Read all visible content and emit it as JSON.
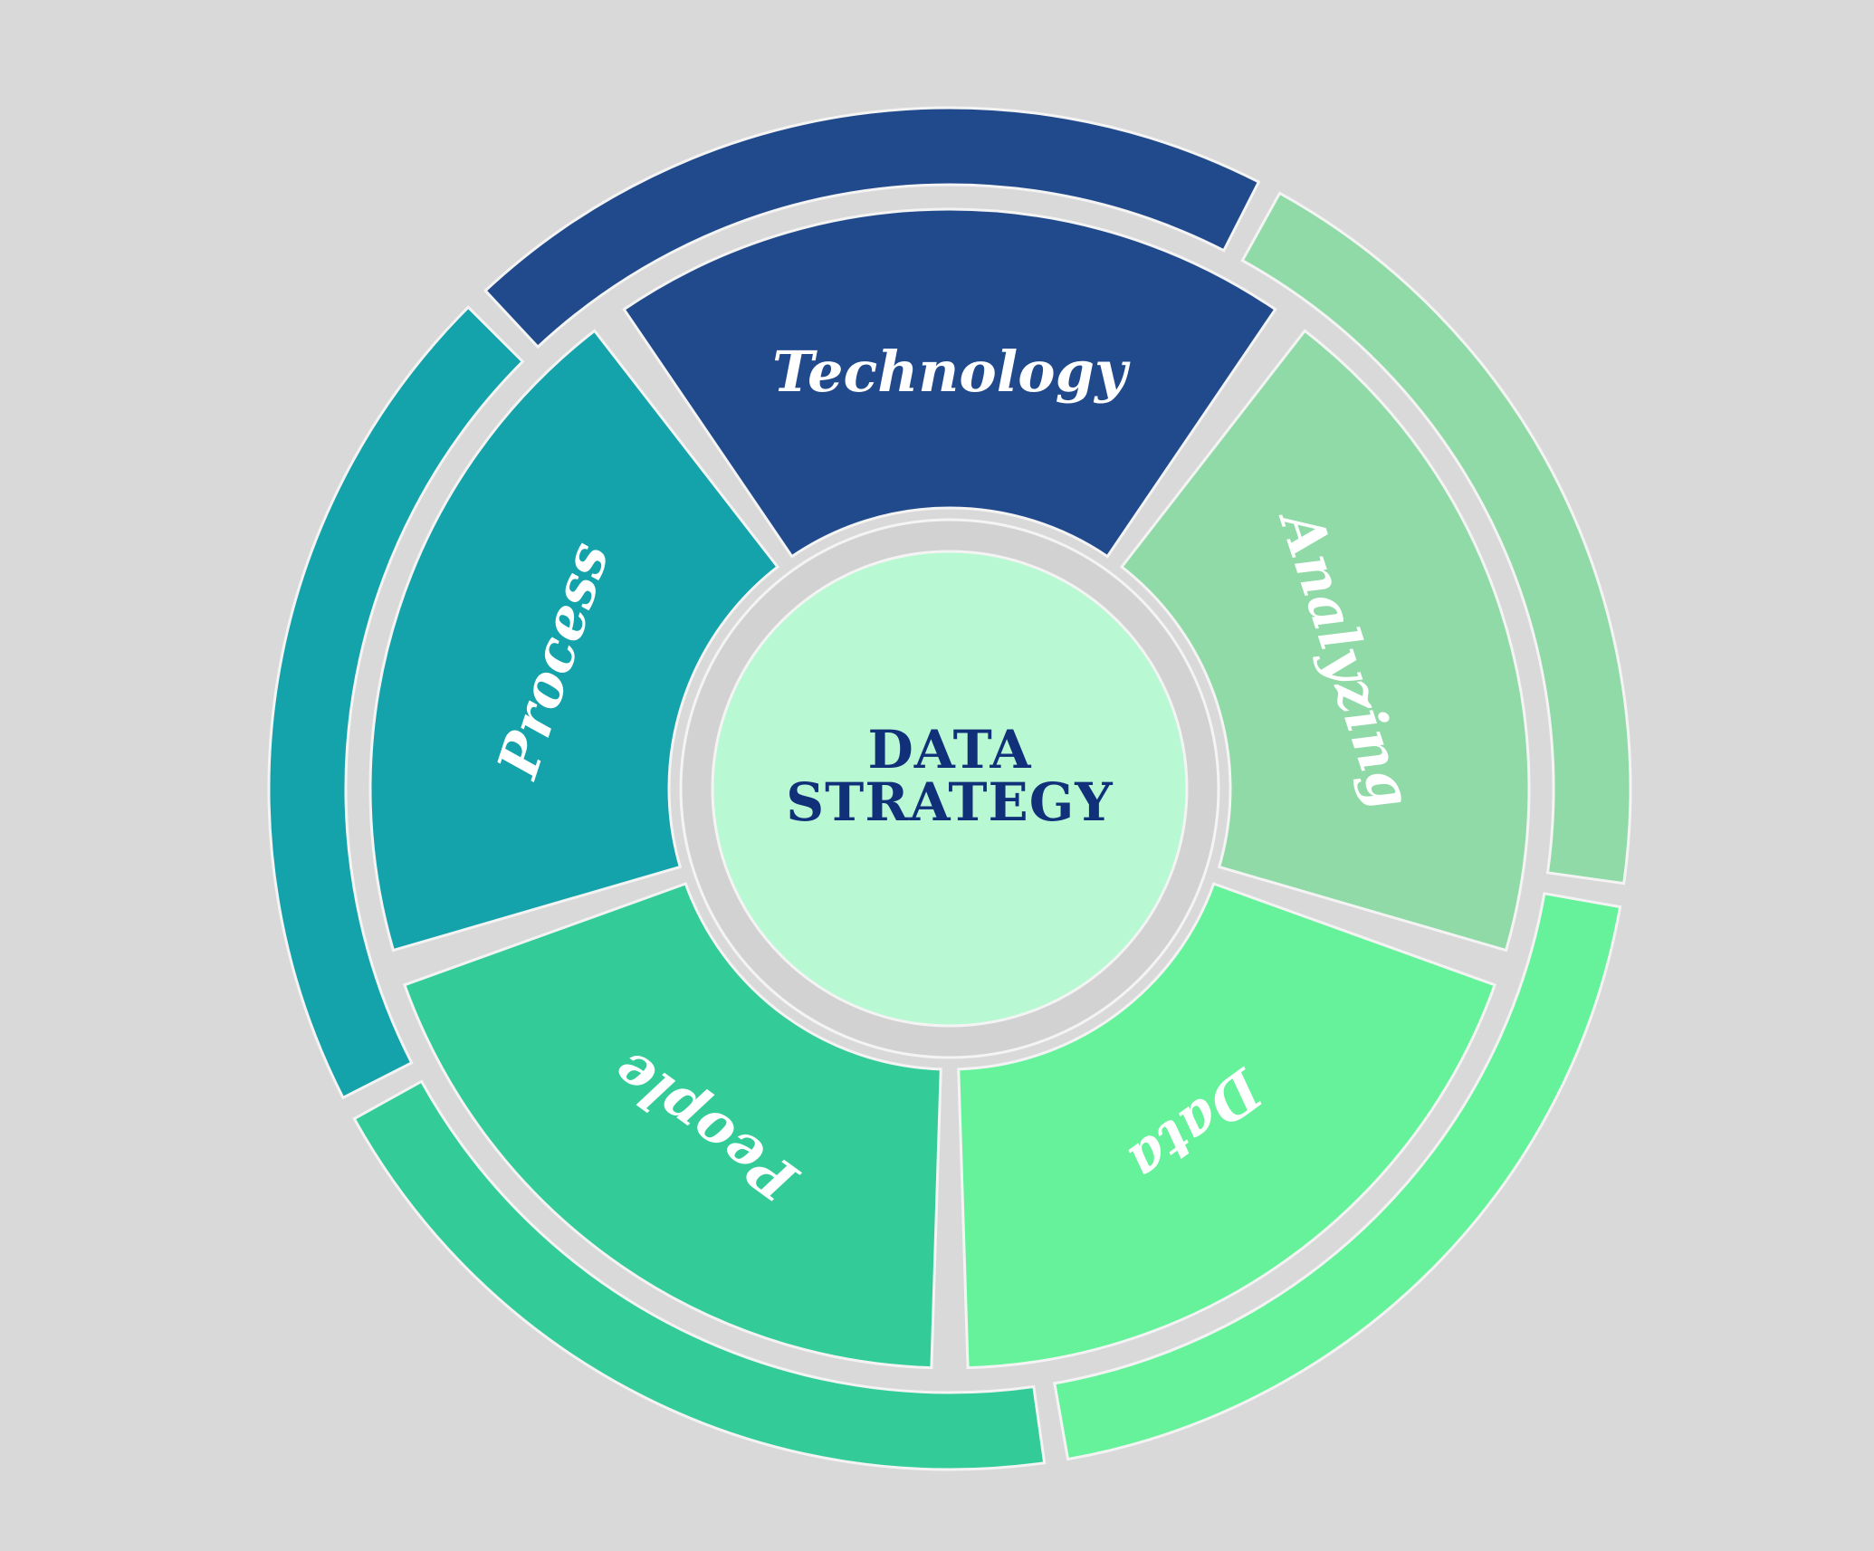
{
  "title": {
    "line1": "DATA",
    "line2": "STRATEGY"
  },
  "segments": [
    {
      "label": "Technology",
      "color": "#214a8c"
    },
    {
      "label": "Analyzing",
      "color": "#8fdaa6"
    },
    {
      "label": "Data",
      "color": "#66f29a"
    },
    {
      "label": "People",
      "color": "#33cc99"
    },
    {
      "label": "Process",
      "color": "#14a3aa"
    }
  ],
  "colors": {
    "background": "#d9d9d9",
    "center": "#b8f8d2",
    "ring": "#d2d2d2",
    "title": "#10307a"
  }
}
